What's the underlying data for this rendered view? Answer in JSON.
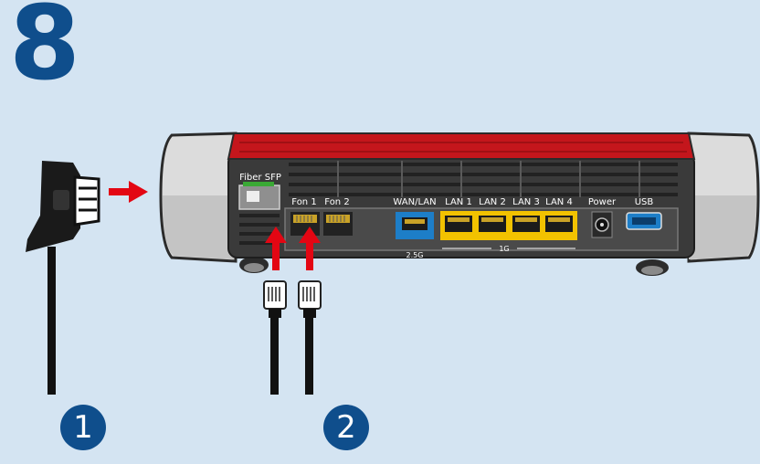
{
  "step": {
    "number": "8"
  },
  "callouts": [
    {
      "label": "1"
    },
    {
      "label": "2"
    }
  ],
  "router": {
    "ports": {
      "fiber_sfp": "Fiber SFP",
      "fon1": "Fon 1",
      "fon2": "Fon 2",
      "wan_lan": "WAN/LAN",
      "lan1": "LAN 1",
      "lan2": "LAN 2",
      "lan3": "LAN 3",
      "lan4": "LAN 4",
      "power": "Power",
      "usb": "USB"
    },
    "speeds": {
      "wan": "2.5G",
      "lan": "1G"
    }
  },
  "colors": {
    "background": "#d4e4f2",
    "accent_blue": "#0f4e8c",
    "arrow_red": "#e30613",
    "router_red": "#c4161c",
    "lan_yellow": "#f2c200",
    "wan_blue": "#1d7ec8"
  }
}
